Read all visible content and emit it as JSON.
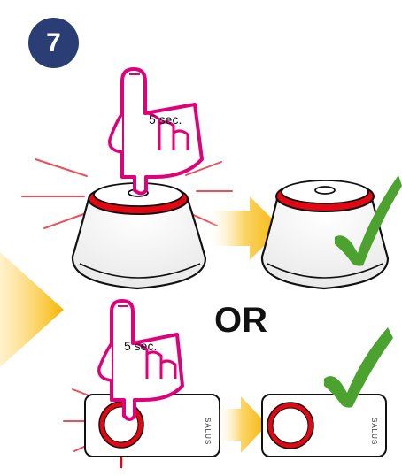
{
  "step": {
    "number": "7"
  },
  "top_press": {
    "duration_label": "5 sec."
  },
  "bottom_press": {
    "duration_label": "5 sec."
  },
  "separator": {
    "label": "OR"
  },
  "device_brand": {
    "label": "SALUS"
  },
  "colors": {
    "badge": "#2a3d74",
    "accent_red": "#e30613",
    "hand_magenta": "#e0007a",
    "check_green": "#4ca22f",
    "arrow_yellow": "#f7b500"
  }
}
